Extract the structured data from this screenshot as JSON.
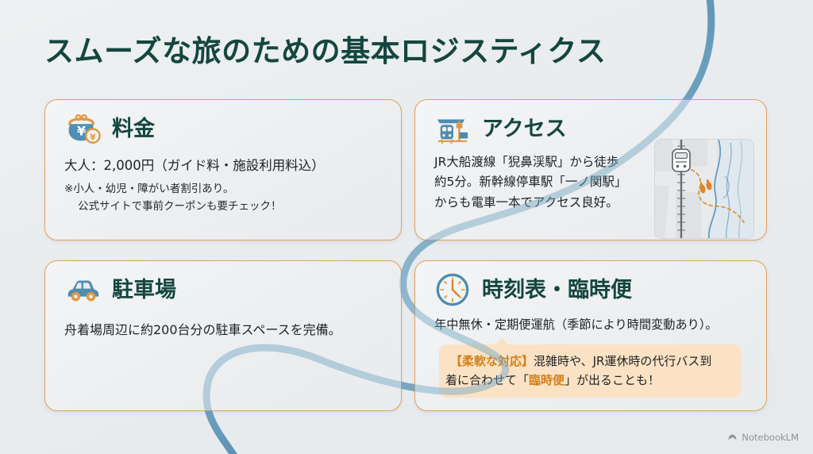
{
  "slide": {
    "title": "スムーズな旅のための基本ロジスティクス",
    "background_color": "#eceef0",
    "title_color": "#14463f",
    "accent_color": "#dfa25b",
    "icon_blue": "#4e8cb0",
    "icon_orange": "#e09a43",
    "curve_color": "#4e8cb0"
  },
  "cards": {
    "fee": {
      "icon": "coin-purse-icon",
      "title": "料金",
      "body": "大人：2,000円（ガイド料・施設利用料込）",
      "notes": [
        "※小人・幼児・障がい者割引あり。",
        "公式サイトで事前クーポンも要チェック！"
      ]
    },
    "access": {
      "icon": "train-station-icon",
      "title": "アクセス",
      "body_lines": [
        "JR大船渡線「猊鼻渓駅」から徒歩",
        "約5分。新幹線停車駅「一ノ関駅」",
        "からも電車一本でアクセス良好。"
      ],
      "map": {
        "name": "access-map-illustration",
        "features": [
          "railway-line",
          "train-icon",
          "dashed-walking-route",
          "footprints-icon",
          "river"
        ]
      }
    },
    "parking": {
      "icon": "car-icon",
      "title": "駐車場",
      "body": "舟着場周辺に約200台分の駐車スペースを完備。"
    },
    "schedule": {
      "icon": "clock-icon",
      "title": "時刻表・臨時便",
      "body": "年中無休・定期便運航（季節により時間変動あり）。",
      "callout": {
        "line1_highlight": "【柔軟な対応】",
        "line1_rest": "混雑時や、JR運休時の代行バス到",
        "line2_pre": "着に合わせて「",
        "line2_highlight": "臨時便",
        "line2_post": "」が出ることも！",
        "background_color": "#fbe2c4",
        "highlight_color": "#d2821d"
      }
    }
  },
  "watermark": {
    "icon": "notebooklm-logo-icon",
    "label": "NotebookLM"
  }
}
